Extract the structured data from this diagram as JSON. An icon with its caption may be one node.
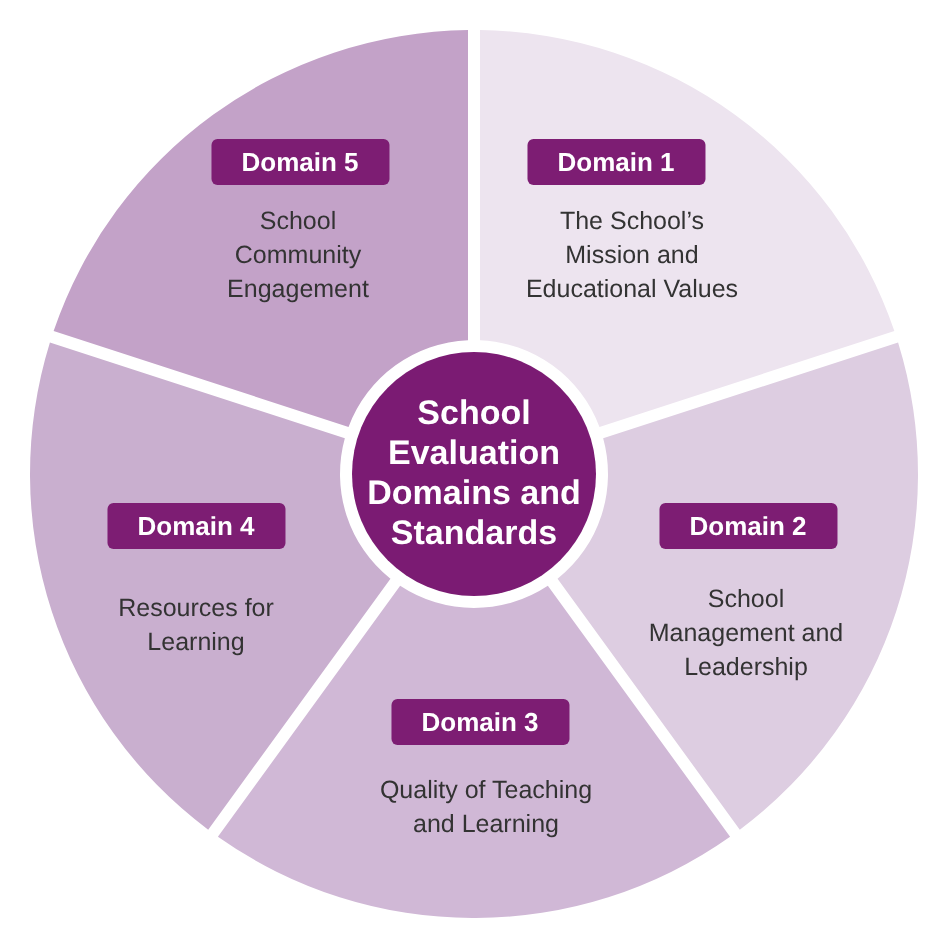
{
  "diagram": {
    "nodes": [
      {
        "text": [
          "School Evaluation Domains and Standards"
        ]
      },
      {
        "text": [
          "The School’s Mission and Educational Values"
        ]
      },
      {
        "text": [
          "Domain 1"
        ],
        "in": 1
      },
      {
        "text": [
          "School Management and Leadership"
        ]
      },
      {
        "text": [
          "Domain 2"
        ],
        "in": 3
      },
      {
        "text": [
          "Quality of Teaching and Learning"
        ]
      },
      {
        "text": [
          "Domain 3"
        ],
        "in": 5
      },
      {
        "text": [
          "Resources for Learning"
        ]
      },
      {
        "text": [
          "Domain 4"
        ],
        "in": 7
      },
      {
        "text": [
          "School Community Engagement"
        ]
      },
      {
        "text": [
          "Domain 5"
        ],
        "in": 9
      }
    ]
  }
}
